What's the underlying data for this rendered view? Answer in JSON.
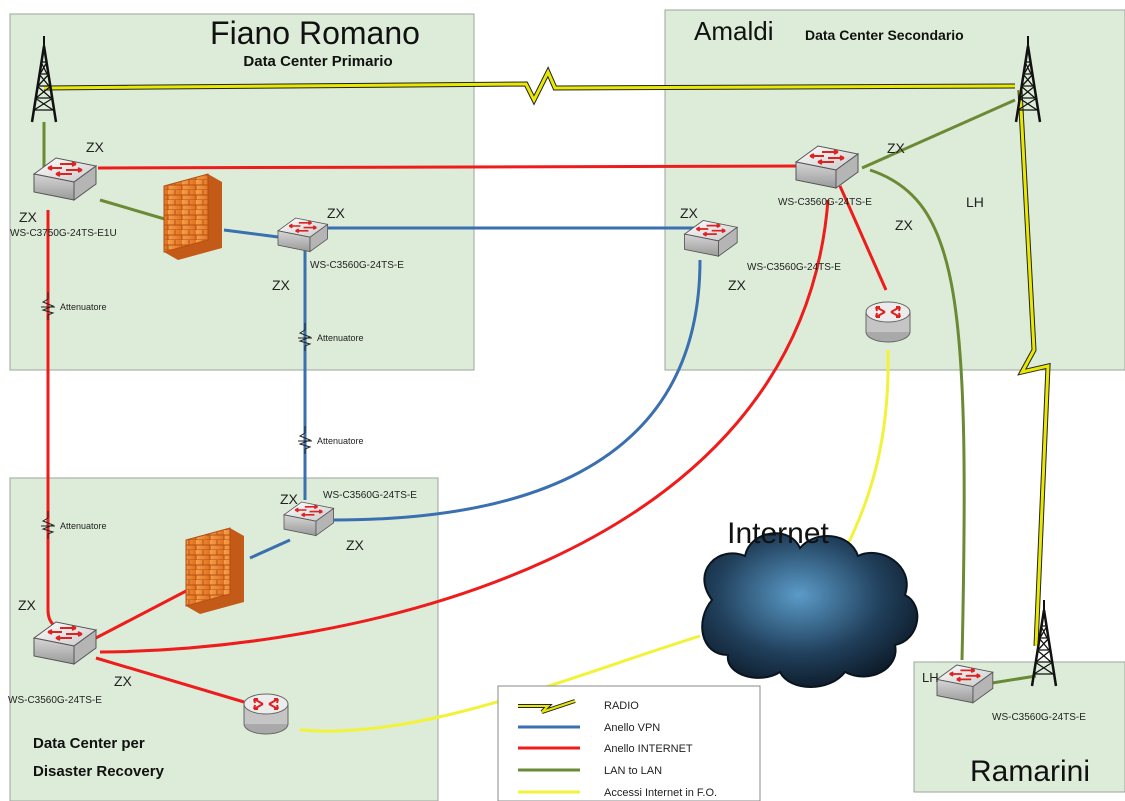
{
  "sites": {
    "fiano": {
      "name": "Fiano Romano",
      "subtitle": "Data Center Primario"
    },
    "amaldi": {
      "name": "Amaldi",
      "subtitle": "Data Center Secondario"
    },
    "dr": {
      "line1": "Data Center per",
      "line2": "Disaster Recovery"
    },
    "ramarini": {
      "name": "Ramarini"
    }
  },
  "devices": {
    "fiano_core": "WS-C3750G-24TS-E1U",
    "fiano_vpn": "WS-C3560G-24TS-E",
    "amaldi_core": "WS-C3560G-24TS-E",
    "amaldi_vpn": "WS-C3560G-24TS-E",
    "dr_vpn": "WS-C3560G-24TS-E",
    "dr_core": "WS-C3560G-24TS-E",
    "ramarini_sw": "WS-C3560G-24TS-E"
  },
  "port_labels": {
    "zx": "ZX",
    "lh": "LH"
  },
  "attenuator": "Attenuatore",
  "internet": "Internet",
  "legend": [
    {
      "label": "RADIO",
      "color": "#e8e800"
    },
    {
      "label": "Anello VPN",
      "color": "#3a6fb0"
    },
    {
      "label": "Anello INTERNET",
      "color": "#ee1c1c"
    },
    {
      "label": "LAN to LAN",
      "color": "#6b8a35"
    },
    {
      "label": "Accessi Internet in F.O.",
      "color": "#f2f23a"
    }
  ],
  "colors": {
    "site_fill": "#ddecd8",
    "vpn": "#3a6fb0",
    "internet": "#ee1c1c",
    "lan": "#6b8a35",
    "fiber": "#f2f23a",
    "radio": "#e8e800"
  }
}
